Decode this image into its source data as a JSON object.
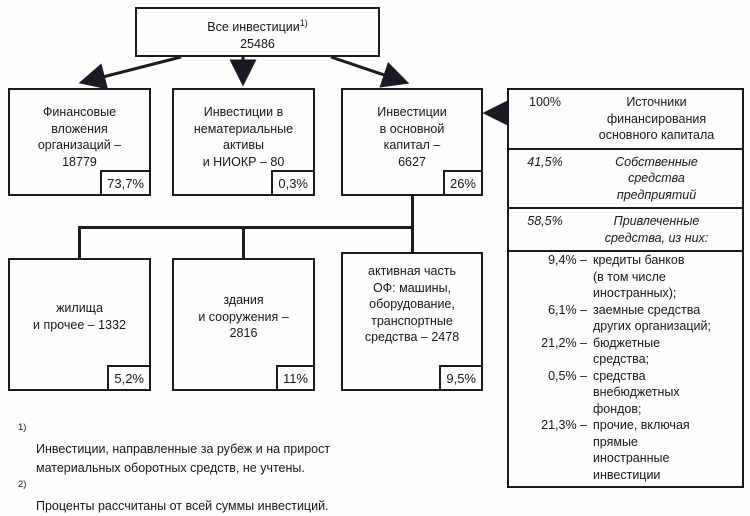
{
  "diagram": {
    "root": {
      "label": "Все инвестиции",
      "marker": "1)",
      "value": "25486"
    },
    "level2": [
      {
        "name": "financial-investments",
        "text": "Финансовые\nвложения\nорганизаций –\n18779",
        "percent": "73,7%"
      },
      {
        "name": "intangible-assets",
        "text": "Инвестиции в\nнематериальные\nактивы\nи НИОКР – 80",
        "percent": "0,3%"
      },
      {
        "name": "fixed-capital",
        "text": "Инвестиции\nв основной\nкапитал –\n6627",
        "percent": "26%"
      }
    ],
    "level3": [
      {
        "name": "housing",
        "text": "жилища\nи прочее – 1332",
        "percent": "5,2%"
      },
      {
        "name": "buildings",
        "text": "здания\nи сооружения –\n2816",
        "percent": "11%"
      },
      {
        "name": "active-part",
        "text": "активная часть\nОФ: машины,\nоборудование,\nтранспортные\nсредства – 2478",
        "percent": "9,5%"
      }
    ]
  },
  "panel": {
    "header": {
      "percent": "100%",
      "title": "Источники\nфинансирования\nосновного капитала"
    },
    "groups": [
      {
        "name": "own-funds",
        "percent": "41,5%",
        "text": "Собственные\nсредства\nпредприятий"
      },
      {
        "name": "raised-funds",
        "percent": "58,5%",
        "text": "Привлеченные\nсредства, из них:"
      }
    ],
    "items": [
      {
        "name": "bank-credits",
        "percent": "9,4% –",
        "text": "кредиты банков\n(в том числе\nиностранных);"
      },
      {
        "name": "loans-other-orgs",
        "percent": "6,1% –",
        "text": "заемные средства\nдругих организаций;"
      },
      {
        "name": "budget-funds",
        "percent": "21,2% –",
        "text": "бюджетные\nсредства;"
      },
      {
        "name": "extrabudget-funds",
        "percent": "0,5% –",
        "text": "средства\nвнебюджетных\nфондов;"
      },
      {
        "name": "other-funds",
        "percent": "21,3% –",
        "text": "прочие, включая\nпрямые\nиностранные\nинвестиции"
      }
    ]
  },
  "footnotes": [
    {
      "marker": "1)",
      "text": "Инвестиции, направленные за рубеж и на прирост\nматериальных оборотных средств, не учтены."
    },
    {
      "marker": "2)",
      "text": "Проценты рассчитаны от всей суммы инвестиций."
    }
  ],
  "colors": {
    "ink": "#1a1a22",
    "paper": "#fdfdfb"
  }
}
